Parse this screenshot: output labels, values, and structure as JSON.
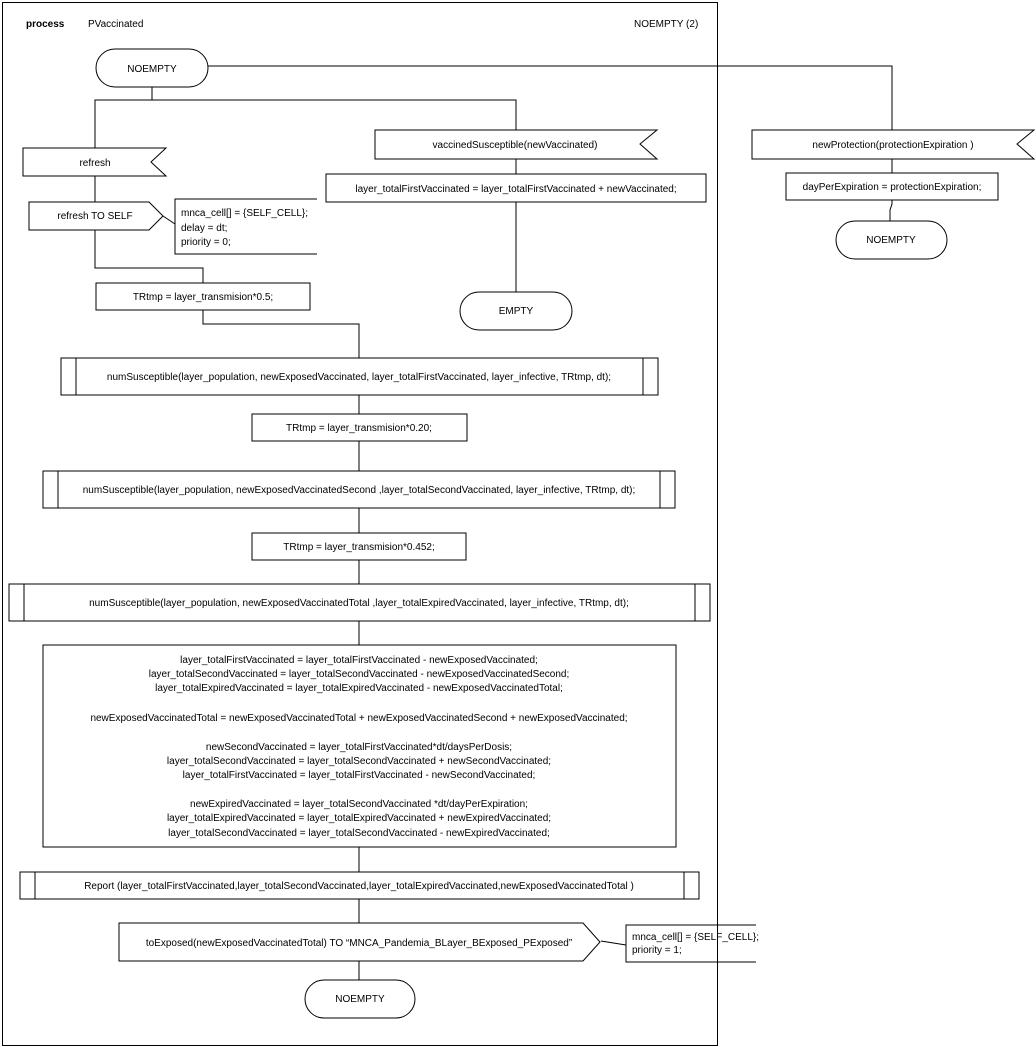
{
  "header": {
    "keyword": "process",
    "name": "PVaccinated",
    "page": "NOEMPTY (2)"
  },
  "main_flow": {
    "start_state": "NOEMPTY",
    "input_refresh": "refresh",
    "output_refresh": "refresh TO SELF",
    "output_refresh_params": [
      "mnca_cell[] = {SELF_CELL};",
      "delay = dt;",
      "priority = 0;"
    ],
    "task_tr_1": "TRtmp  = layer_transmision*0.5;",
    "call_1": "numSusceptible(layer_population, newExposedVaccinated, layer_totalFirstVaccinated, layer_infective, TRtmp, dt);",
    "task_tr_2": "TRtmp  = layer_transmision*0.20;",
    "call_2": "numSusceptible(layer_population, newExposedVaccinatedSecond ,layer_totalSecondVaccinated, layer_infective, TRtmp, dt);",
    "task_tr_3": "TRtmp  = layer_transmision*0.452;",
    "call_3": "numSusceptible(layer_population, newExposedVaccinatedTotal ,layer_totalExpiredVaccinated, layer_infective, TRtmp, dt);",
    "big_task_lines": [
      "layer_totalFirstVaccinated = layer_totalFirstVaccinated - newExposedVaccinated;",
      "layer_totalSecondVaccinated = layer_totalSecondVaccinated - newExposedVaccinatedSecond;",
      "layer_totalExpiredVaccinated = layer_totalExpiredVaccinated - newExposedVaccinatedTotal;",
      "",
      "newExposedVaccinatedTotal = newExposedVaccinatedTotal + newExposedVaccinatedSecond  + newExposedVaccinated;",
      "",
      "newSecondVaccinated = layer_totalFirstVaccinated*dt/daysPerDosis;",
      "layer_totalSecondVaccinated = layer_totalSecondVaccinated + newSecondVaccinated;",
      "layer_totalFirstVaccinated = layer_totalFirstVaccinated - newSecondVaccinated;",
      "",
      "newExpiredVaccinated = layer_totalSecondVaccinated *dt/dayPerExpiration;",
      "layer_totalExpiredVaccinated = layer_totalExpiredVaccinated + newExpiredVaccinated;",
      "layer_totalSecondVaccinated = layer_totalSecondVaccinated - newExpiredVaccinated;"
    ],
    "report_call": "Report (layer_totalFirstVaccinated,layer_totalSecondVaccinated,layer_totalExpiredVaccinated,newExposedVaccinatedTotal )",
    "output_exposed": "toExposed(newExposedVaccinatedTotal) TO “MNCA_Pandemia_BLayer_BExposed_PExposed”",
    "output_exposed_params": [
      "mnca_cell[] = {SELF_CELL};",
      "priority = 1;"
    ],
    "end_state": "NOEMPTY"
  },
  "vaccined_branch": {
    "input": "vaccinedSusceptible(newVaccinated)",
    "task": "layer_totalFirstVaccinated = layer_totalFirstVaccinated + newVaccinated;",
    "end_state": "EMPTY"
  },
  "protection_branch": {
    "input": "newProtection(protectionExpiration )",
    "task": "dayPerExpiration = protectionExpiration;",
    "end_state": "NOEMPTY"
  }
}
